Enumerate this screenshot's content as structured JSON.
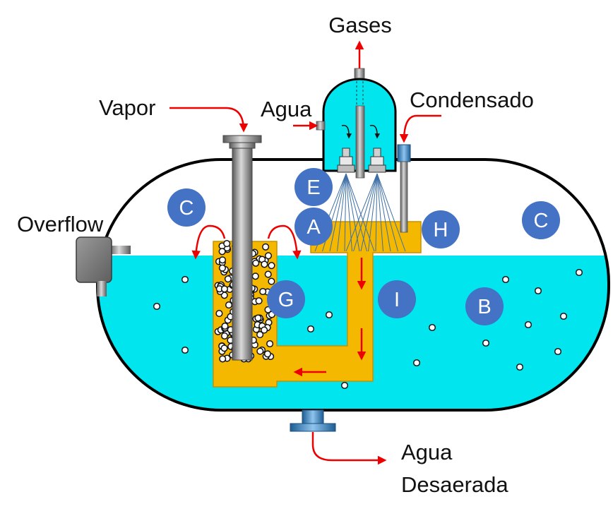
{
  "labels": {
    "gases": "Gases",
    "vapor": "Vapor",
    "agua": "Agua",
    "condensado": "Condensado",
    "overflow": "Overflow",
    "agua_desaerada_line1": "Agua",
    "agua_desaerada_line2": "Desaerada"
  },
  "badges": {
    "a": "A",
    "b": "B",
    "c_left": "C",
    "c_right": "C",
    "e": "E",
    "g": "G",
    "h": "H",
    "i": "I"
  },
  "colors": {
    "water": "#00e5ee",
    "tray": "#f5b800",
    "badge": "#4472c4",
    "arrow": "#ee0000",
    "pipe": "#8c8c8c",
    "flange": "#2f7fc2",
    "outline": "#000000"
  }
}
